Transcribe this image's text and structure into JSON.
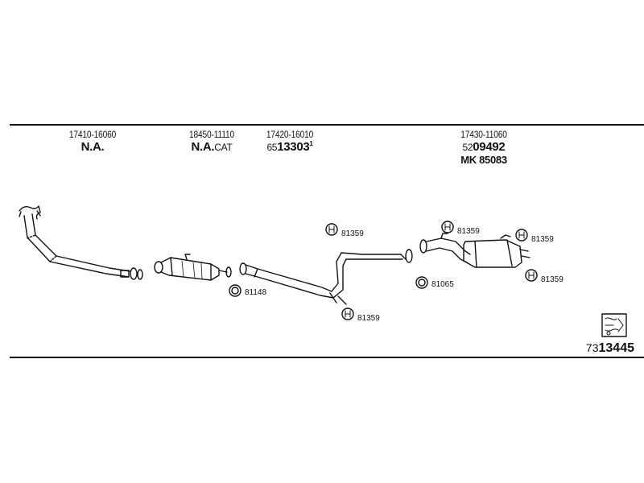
{
  "columns": [
    {
      "part_no": "17410-16060",
      "line1": "N.A.",
      "line1_suffix": ""
    },
    {
      "part_no": "18450-11110",
      "line1": "N.A.",
      "line1_suffix": "CAT"
    },
    {
      "part_no": "17420-16010",
      "line1_prefix": "65",
      "line1": "13303",
      "line1_sup": "1"
    },
    {
      "part_no": "17430-11060",
      "line1_prefix": "52",
      "line1": "09492",
      "line2": "MK  85083"
    }
  ],
  "callouts": {
    "c1": "81359",
    "c2": "81148",
    "c3": "81359",
    "c4": "81065",
    "c5": "81359",
    "c6": "81359",
    "c7": "81359"
  },
  "footer": {
    "prefix": "73",
    "number": "13445"
  },
  "icons": {
    "hardware": "hardware-kit-icon",
    "clamp": "clamp-icon"
  }
}
